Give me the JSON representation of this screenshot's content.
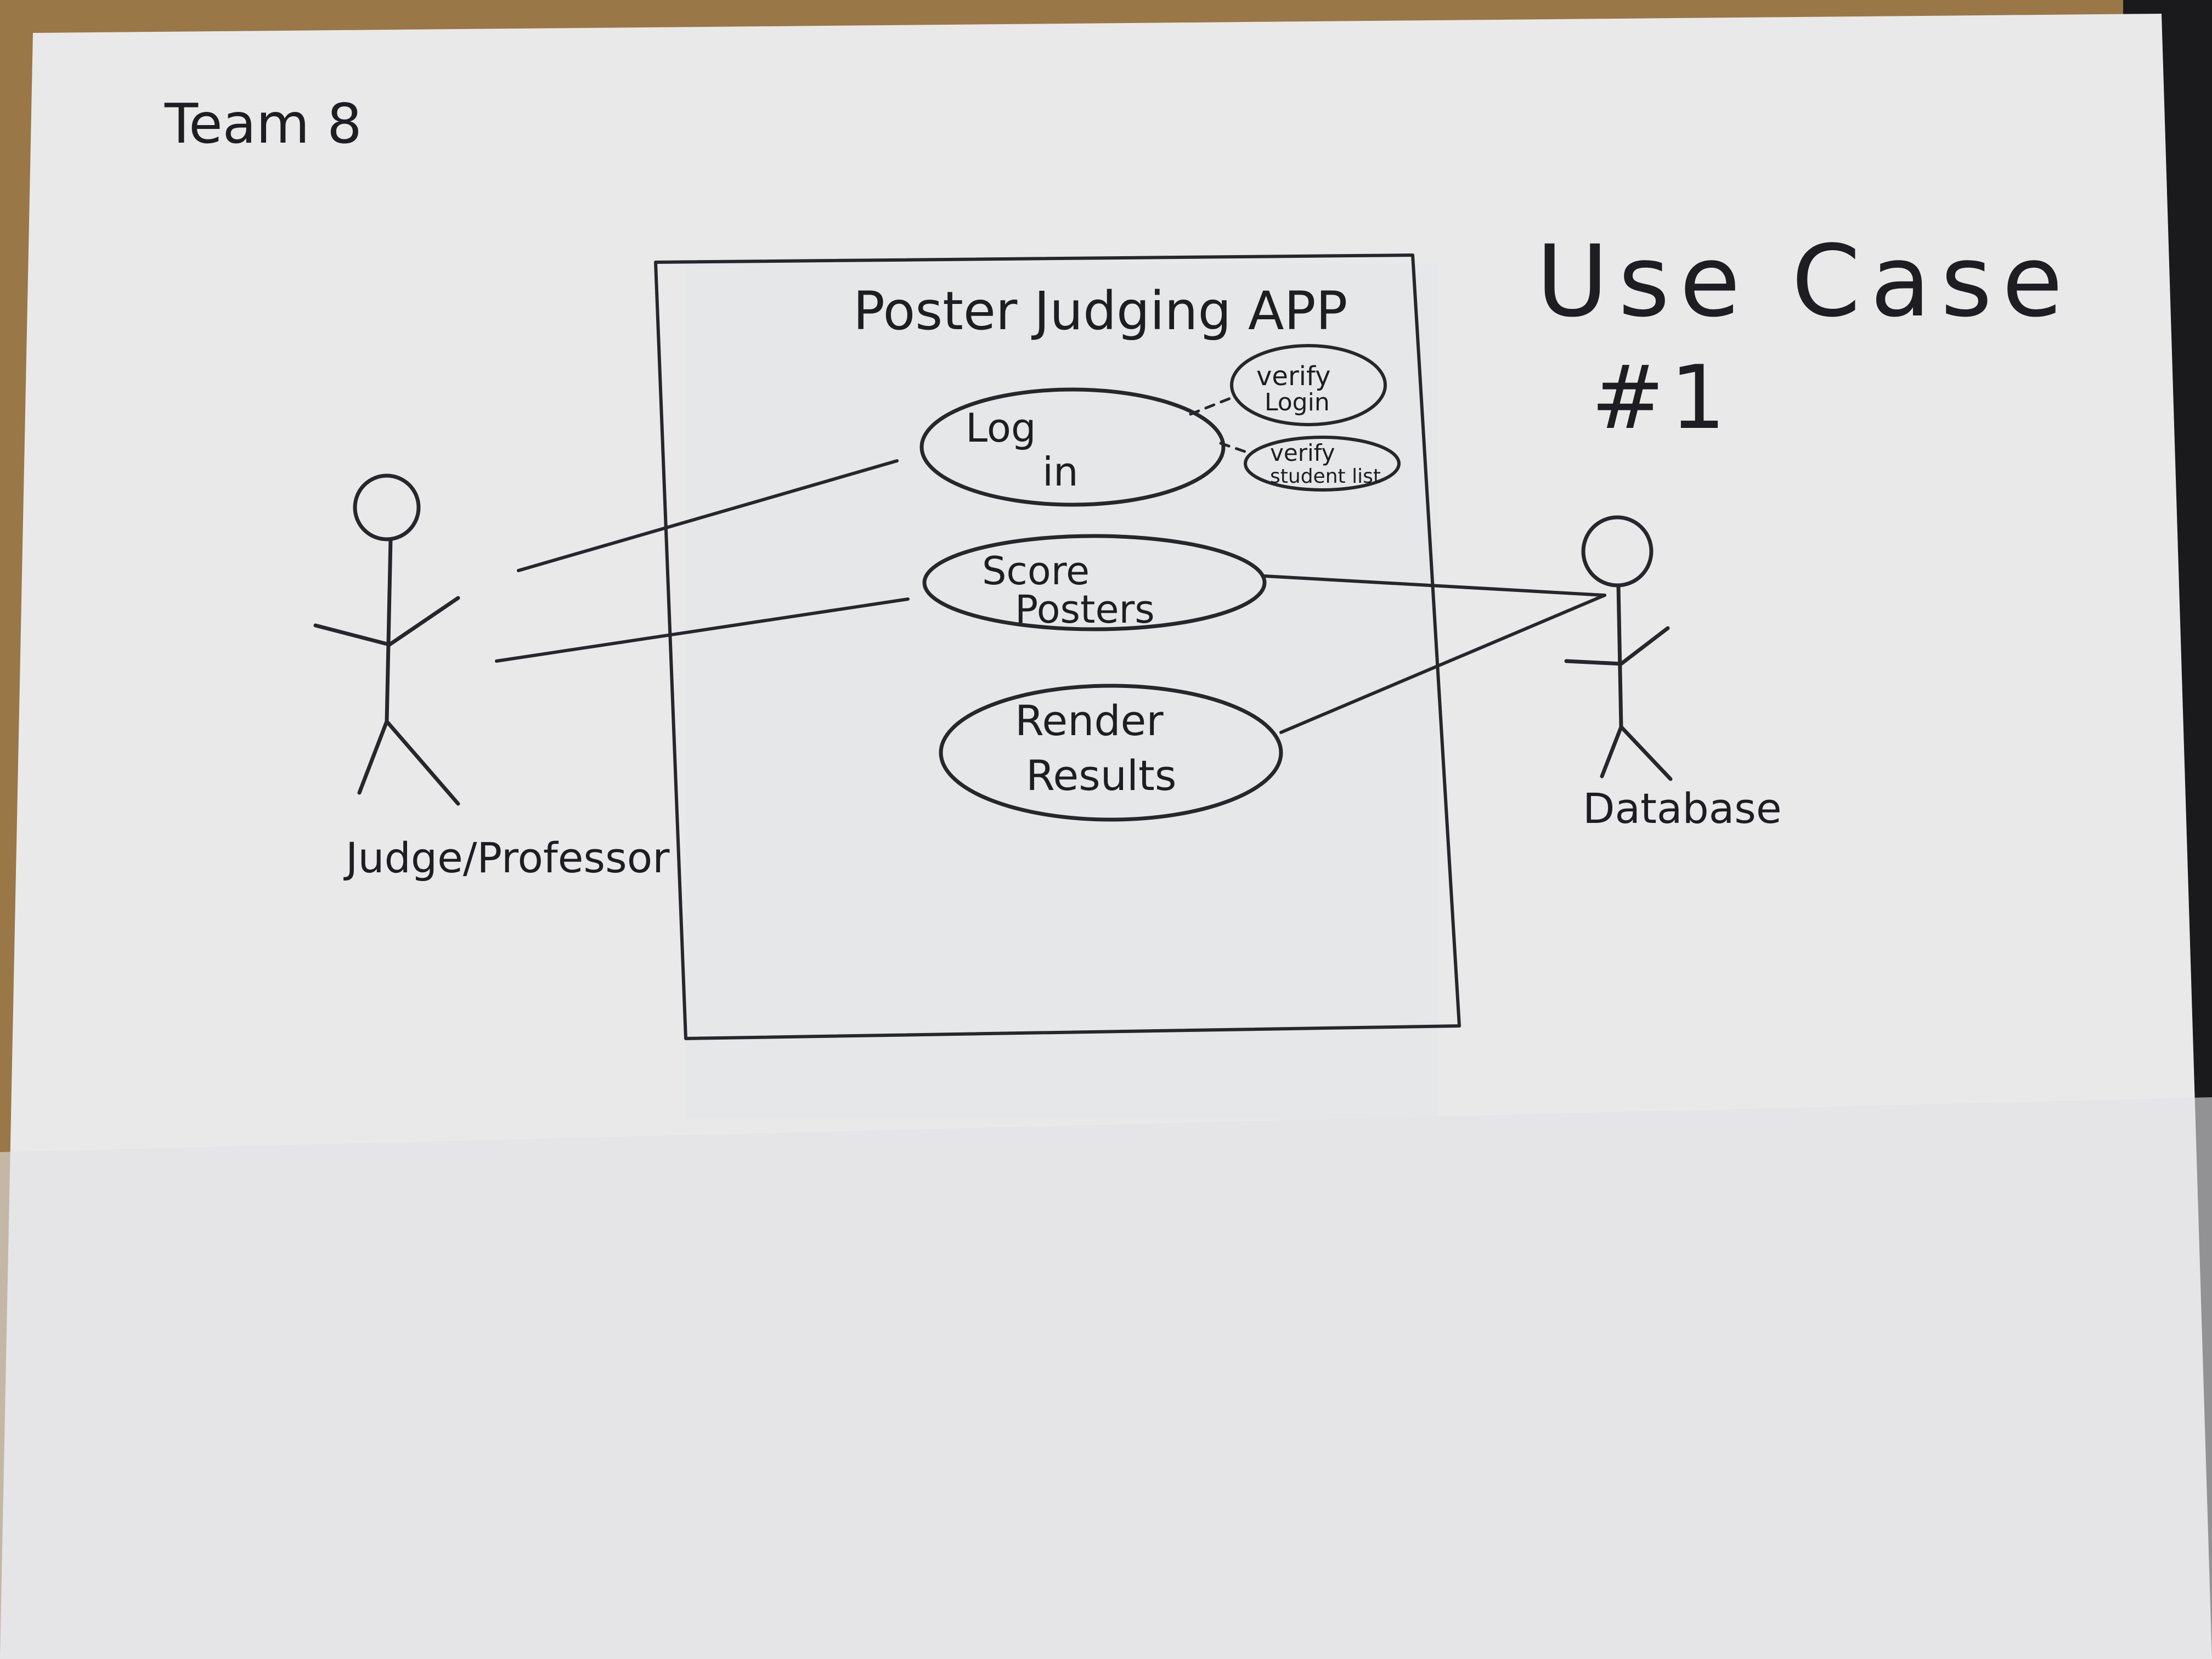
{
  "header": {
    "team_label": "Team 8"
  },
  "diagram": {
    "heading_line1": "Use Case",
    "heading_line2": "#1",
    "system": {
      "title": "Poster Judging APP"
    },
    "use_cases": {
      "log_in": {
        "line1": "Log",
        "line2": "in"
      },
      "score_posters": {
        "line1": "Score",
        "line2": "Posters"
      },
      "render_results": {
        "line1": "Render",
        "line2": "Results"
      },
      "verify_login": {
        "line1": "verify",
        "line2": "Login"
      },
      "verify_student_list": {
        "line1": "verify",
        "line2": "student list"
      }
    },
    "actors": {
      "judge": {
        "label": "Judge/Professor"
      },
      "database": {
        "label": "Database"
      }
    }
  }
}
